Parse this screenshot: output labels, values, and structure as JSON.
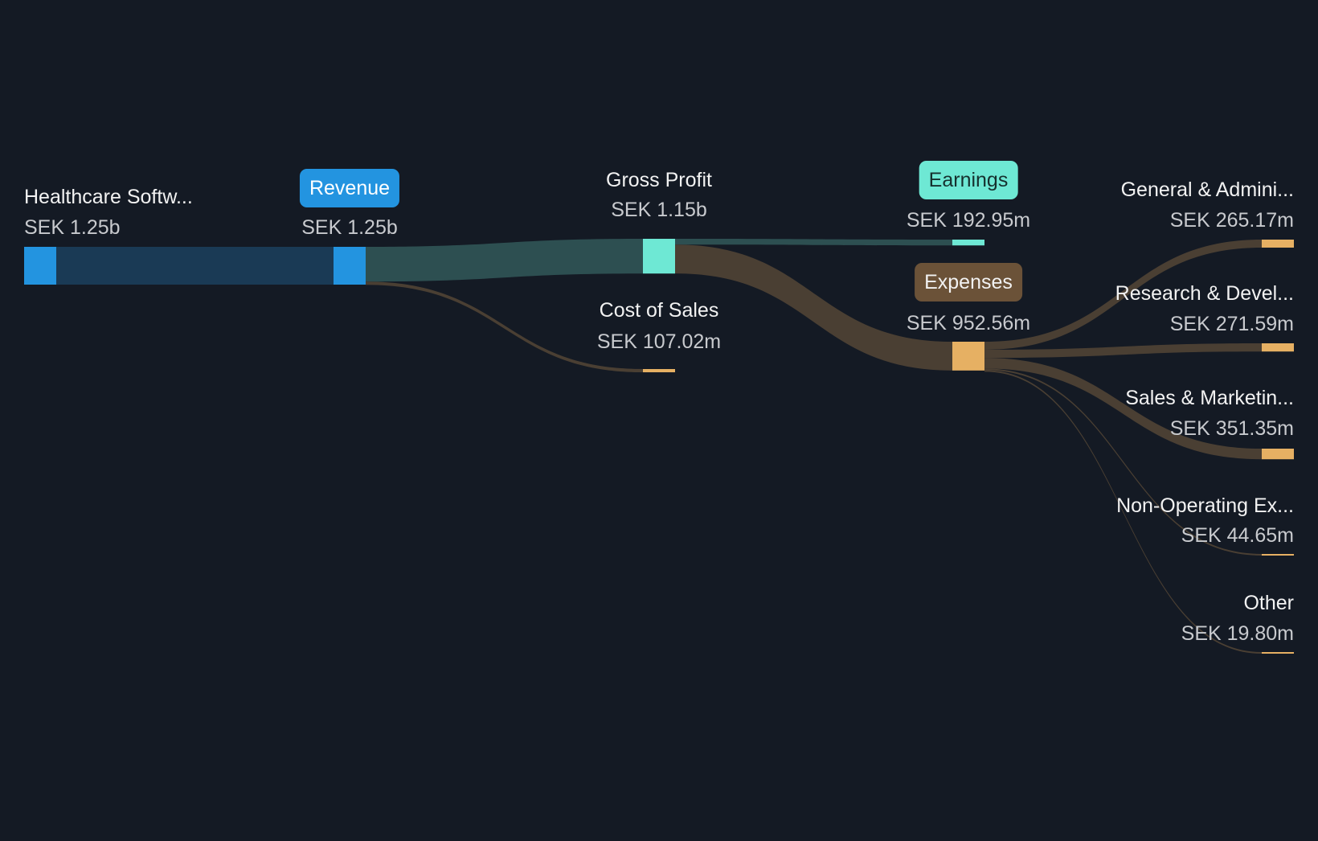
{
  "chart_data": {
    "type": "sankey",
    "currency": "SEK",
    "nodes": [
      {
        "id": "segment",
        "label": "Healthcare Softw...",
        "value_label": "SEK 1.25b",
        "value": 1250
      },
      {
        "id": "revenue",
        "label": "Revenue",
        "value_label": "SEK 1.25b",
        "value": 1250
      },
      {
        "id": "gross_profit",
        "label": "Gross Profit",
        "value_label": "SEK 1.15b",
        "value": 1150
      },
      {
        "id": "cost_of_sales",
        "label": "Cost of Sales",
        "value_label": "SEK 107.02m",
        "value": 107.02
      },
      {
        "id": "earnings",
        "label": "Earnings",
        "value_label": "SEK 192.95m",
        "value": 192.95
      },
      {
        "id": "expenses",
        "label": "Expenses",
        "value_label": "SEK 952.56m",
        "value": 952.56
      },
      {
        "id": "ga",
        "label": "General & Admini...",
        "value_label": "SEK 265.17m",
        "value": 265.17
      },
      {
        "id": "rd",
        "label": "Research & Devel...",
        "value_label": "SEK 271.59m",
        "value": 271.59
      },
      {
        "id": "sm",
        "label": "Sales & Marketin...",
        "value_label": "SEK 351.35m",
        "value": 351.35
      },
      {
        "id": "nonop",
        "label": "Non-Operating Ex...",
        "value_label": "SEK 44.65m",
        "value": 44.65
      },
      {
        "id": "other",
        "label": "Other",
        "value_label": "SEK 19.80m",
        "value": 19.8
      }
    ],
    "links": [
      {
        "source": "segment",
        "target": "revenue",
        "value": 1250
      },
      {
        "source": "revenue",
        "target": "gross_profit",
        "value": 1150
      },
      {
        "source": "revenue",
        "target": "cost_of_sales",
        "value": 107.02
      },
      {
        "source": "gross_profit",
        "target": "earnings",
        "value": 192.95
      },
      {
        "source": "gross_profit",
        "target": "expenses",
        "value": 952.56
      },
      {
        "source": "expenses",
        "target": "ga",
        "value": 265.17
      },
      {
        "source": "expenses",
        "target": "rd",
        "value": 271.59
      },
      {
        "source": "expenses",
        "target": "sm",
        "value": 351.35
      },
      {
        "source": "expenses",
        "target": "nonop",
        "value": 44.65
      },
      {
        "source": "expenses",
        "target": "other",
        "value": 19.8
      }
    ]
  },
  "colors": {
    "background": "#141a24",
    "revenue": "#2394e0",
    "revenue_link": "#1a3a55",
    "profit": "#6ee8d4",
    "profit_link": "#2d4f51",
    "expense": "#e6b063",
    "expense_link": "#4a3f33",
    "expense_pill": "#6b5238"
  }
}
